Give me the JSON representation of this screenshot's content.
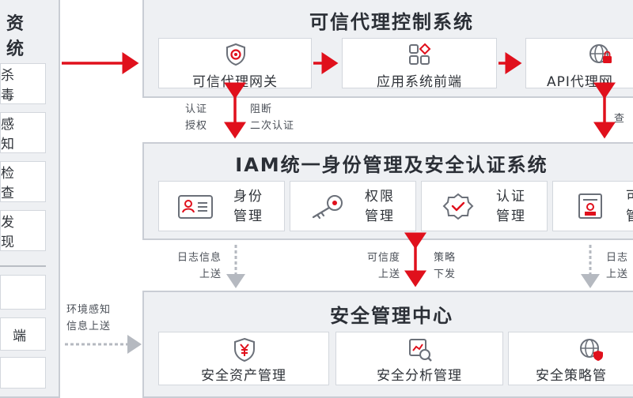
{
  "left_panel": {
    "title_top": "资",
    "title_bottom": "统",
    "items": [
      "杀毒",
      "感知",
      "检查",
      "发现",
      "",
      "端",
      ""
    ]
  },
  "top_panel": {
    "title": "可信代理控制系统",
    "boxes": [
      "可信代理网关",
      "应用系统前端",
      "API代理网"
    ]
  },
  "iam_panel": {
    "title": "IAM统一身份管理及安全认证系统",
    "boxes": [
      {
        "line1": "身份",
        "line2": "管理"
      },
      {
        "line1": "权限",
        "line2": "管理"
      },
      {
        "line1": "认证",
        "line2": "管理"
      },
      {
        "line1": "可",
        "line2": "管"
      }
    ]
  },
  "mgmt_panel": {
    "title": "安全管理中心",
    "boxes": [
      "安全资产管理",
      "安全分析管理",
      "安全策略管"
    ]
  },
  "notes": {
    "auth_left": [
      "认证",
      "授权"
    ],
    "auth_right": [
      "阻断",
      "二次认证"
    ],
    "right_partial": "查",
    "log_left": [
      "日志信息",
      "上送"
    ],
    "trust_up": [
      "可信度",
      "上送"
    ],
    "policy_down": [
      "策略",
      "下发"
    ],
    "log_right": [
      "日志",
      "上送"
    ],
    "env_sense": [
      "环境感知",
      "信息上送"
    ]
  },
  "colors": {
    "arrow_red": "#e0101c",
    "icon_red": "#e0101c",
    "icon_gray": "#6b7079",
    "panel_bg": "#eef0f3",
    "panel_border": "#c9cdd4"
  }
}
